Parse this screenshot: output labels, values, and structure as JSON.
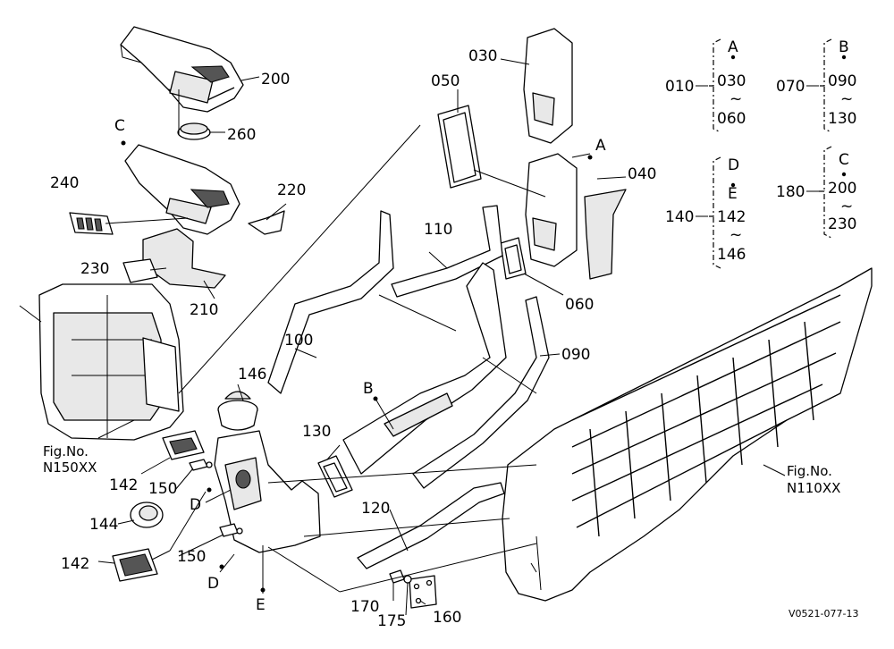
{
  "part_labels": {
    "p010": "010",
    "p030": "030",
    "p040": "040",
    "p050": "050",
    "p060": "060",
    "p070": "070",
    "p090": "090",
    "p100": "100",
    "p110": "110",
    "p120": "120",
    "p130": "130",
    "p140": "140",
    "p142a": "142",
    "p142b": "142",
    "p144": "144",
    "p146": "146",
    "p150a": "150",
    "p150b": "150",
    "p160": "160",
    "p170": "170",
    "p175": "175",
    "p180": "180",
    "p200": "200",
    "p210": "210",
    "p220": "220",
    "p230": "230",
    "p240": "240",
    "p260": "260"
  },
  "point_labels": {
    "A1": "A",
    "B1": "B",
    "C1": "C",
    "D1": "D",
    "D2": "D",
    "E1": "E"
  },
  "legend_groups": [
    {
      "key": "010",
      "letter": "A",
      "from": "030",
      "tilde": "~",
      "to": "060"
    },
    {
      "key": "070",
      "letter": "B",
      "from": "090",
      "tilde": "~",
      "to": "130"
    },
    {
      "key": "140",
      "letter": "D",
      "letter2": "E",
      "from": "142",
      "tilde": "~",
      "to": "146"
    },
    {
      "key": "180",
      "letter": "C",
      "from": "200",
      "tilde": "~",
      "to": "230"
    }
  ],
  "figure_refs": {
    "left_line1": "Fig.No.",
    "left_line2": "N150XX",
    "right_line1": "Fig.No.",
    "right_line2": "N110XX"
  },
  "drawing_code": "V0521-077-13"
}
